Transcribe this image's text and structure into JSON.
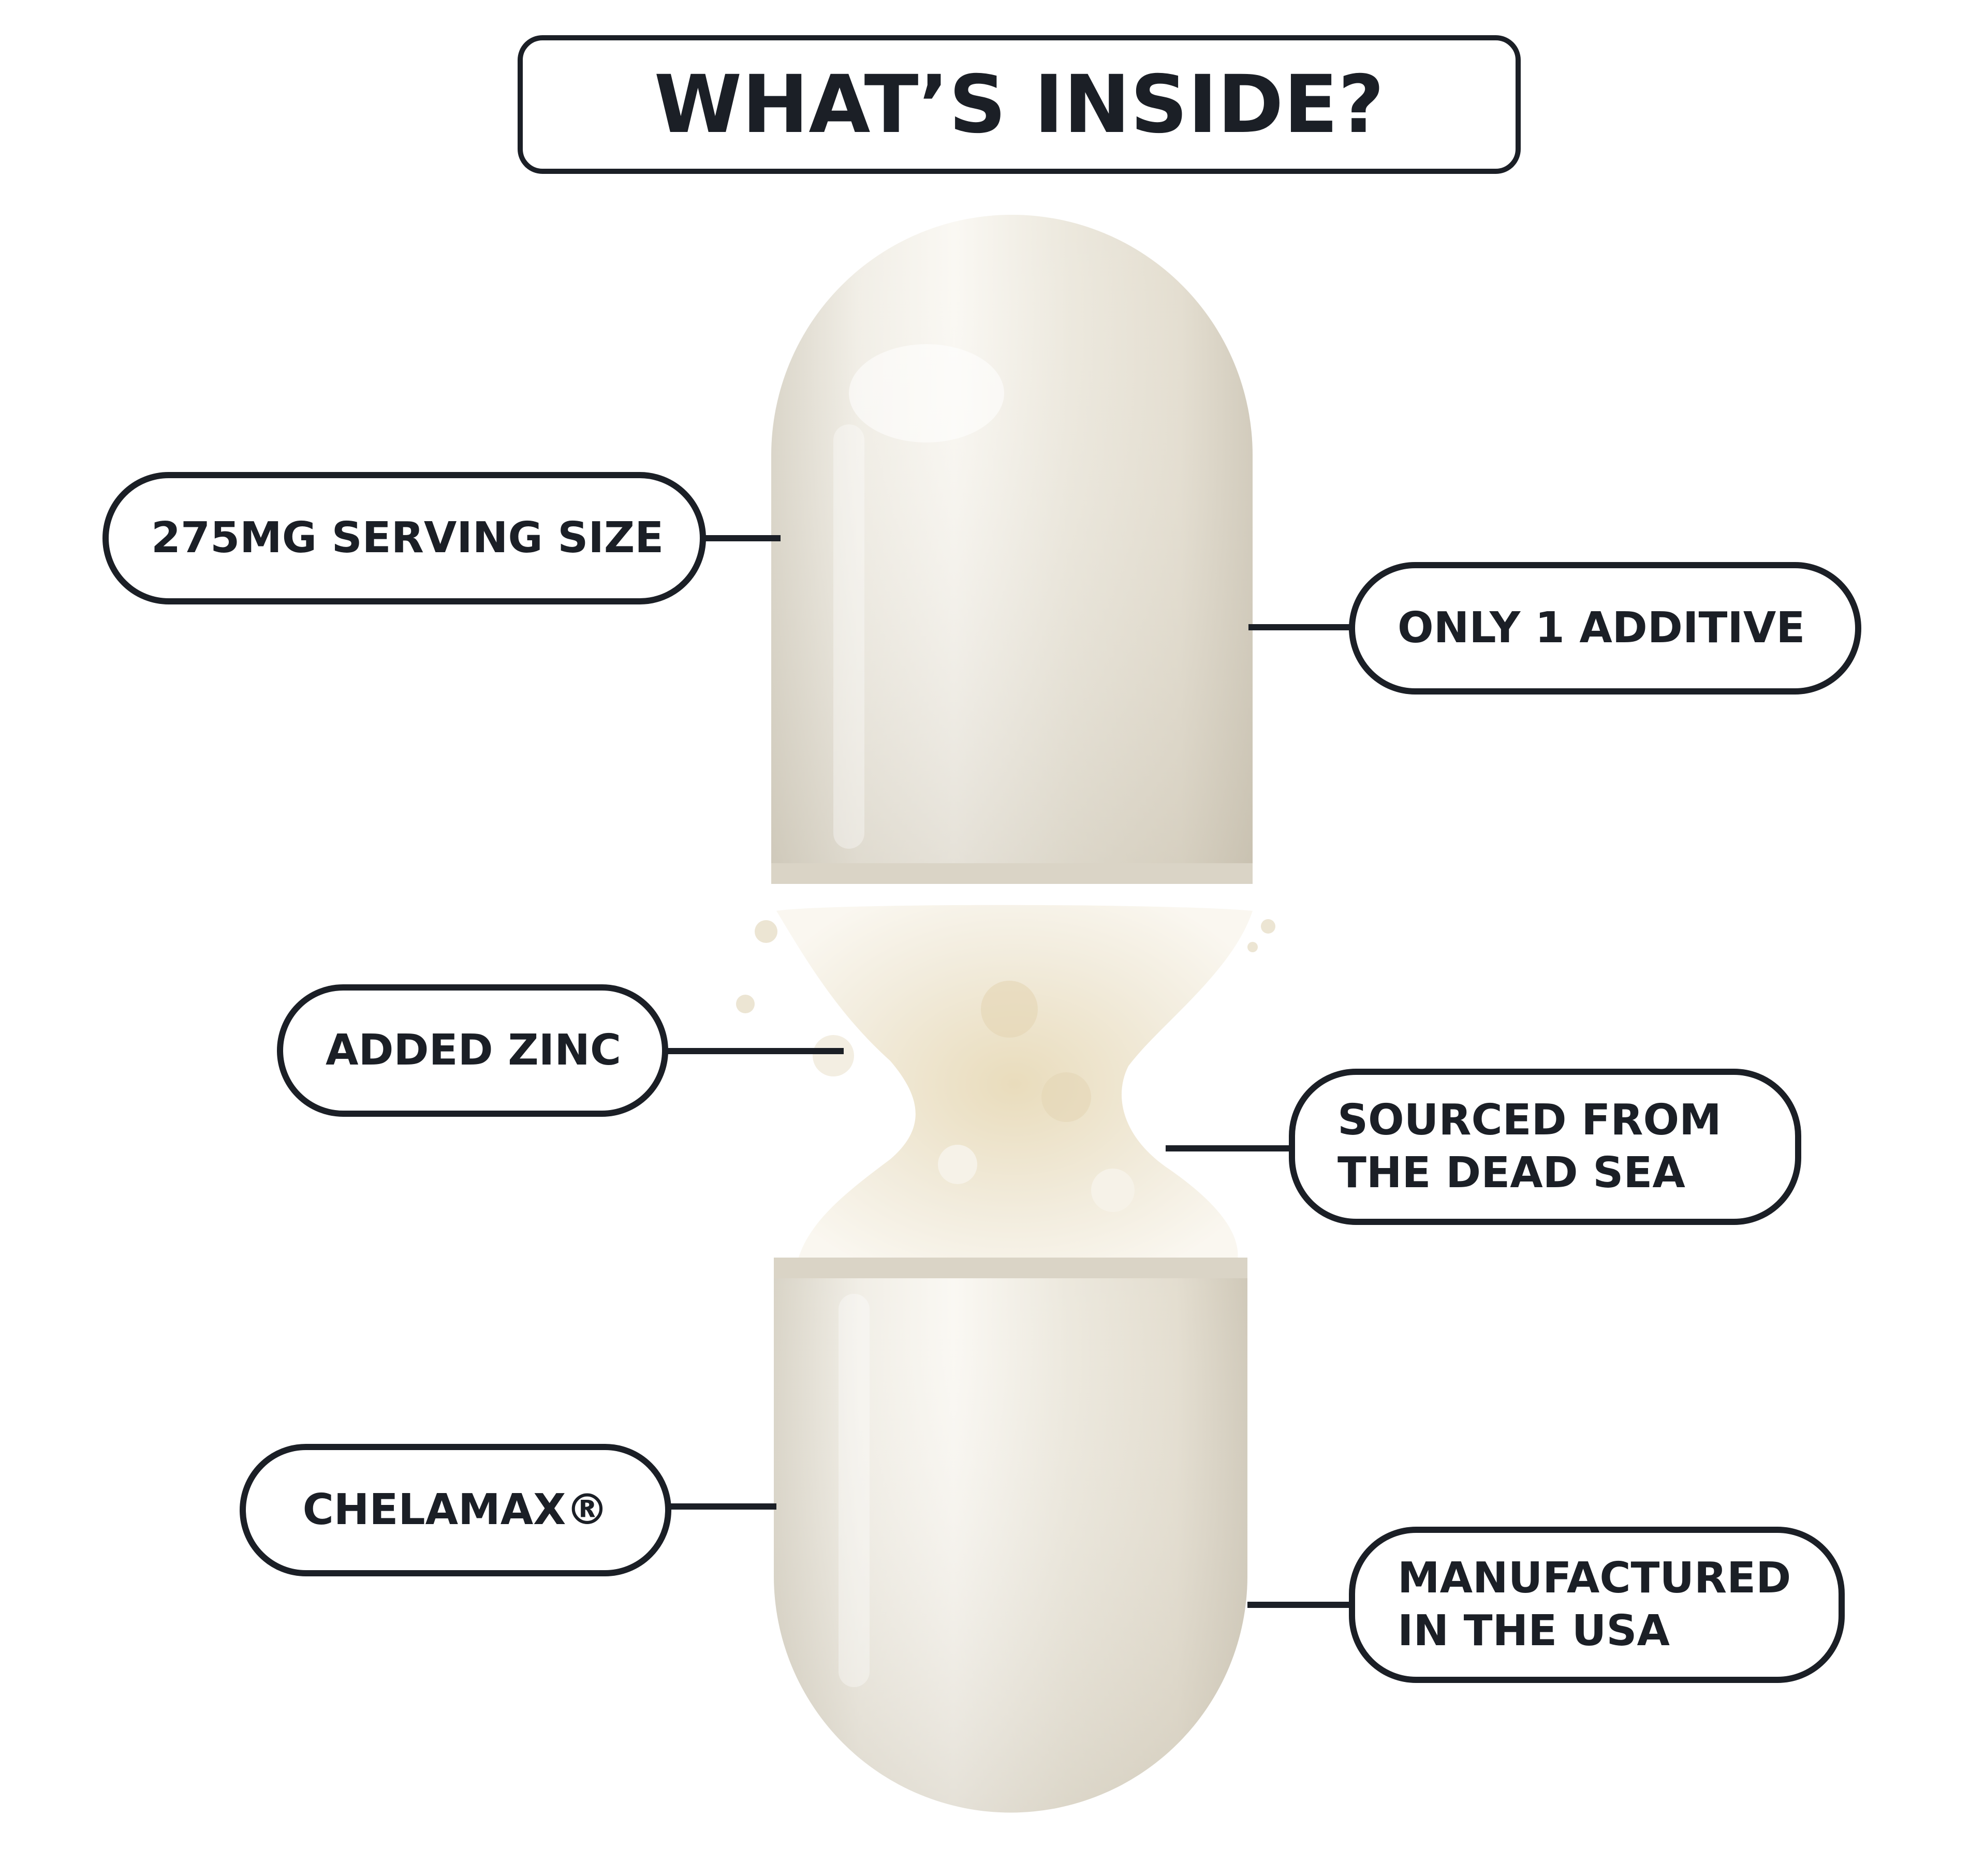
{
  "title": "WHAT’S INSIDE?",
  "callouts": {
    "serving_size": "275MG SERVING SIZE",
    "additive": "ONLY 1 ADDITIVE",
    "zinc": "ADDED ZINC",
    "source": "SOURCED FROM\nTHE DEAD SEA",
    "chelamax": "CHELAMAX®",
    "manufactured": "MANUFACTURED\nIN THE USA"
  },
  "colors": {
    "outline": "#1b1f26",
    "capsule_shell": "#eeeae0",
    "powder": "#efe8d6",
    "background": "#ffffff"
  }
}
